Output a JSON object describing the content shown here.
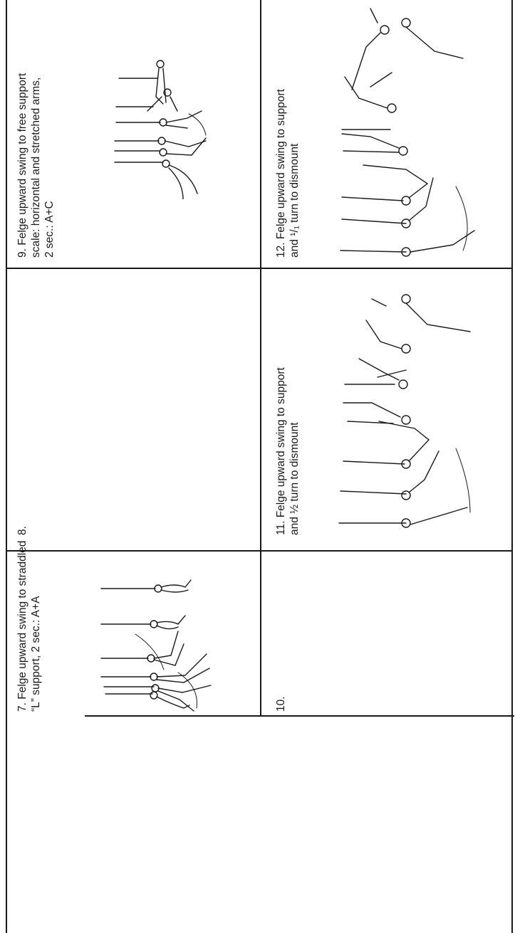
{
  "cells": {
    "c7": {
      "lines": [
        "7.  Felge upward swing to straddled",
        "“L” support, 2 sec.: A+A"
      ]
    },
    "c8": {
      "lines": [
        "8."
      ]
    },
    "c9": {
      "lines": [
        "9.  Felge upward swing to free support",
        "scale: horizontal and stretched arms,",
        "2 sec.: A+C"
      ]
    },
    "c10": {
      "lines": [
        "10."
      ]
    },
    "c11": {
      "lines": [
        "11.  Felge upward swing to support",
        "and ½ turn to dismount"
      ]
    },
    "c12": {
      "lines": [
        "12.  Felge upward swing to support",
        "and ¹/₁ turn to dismount"
      ]
    }
  }
}
